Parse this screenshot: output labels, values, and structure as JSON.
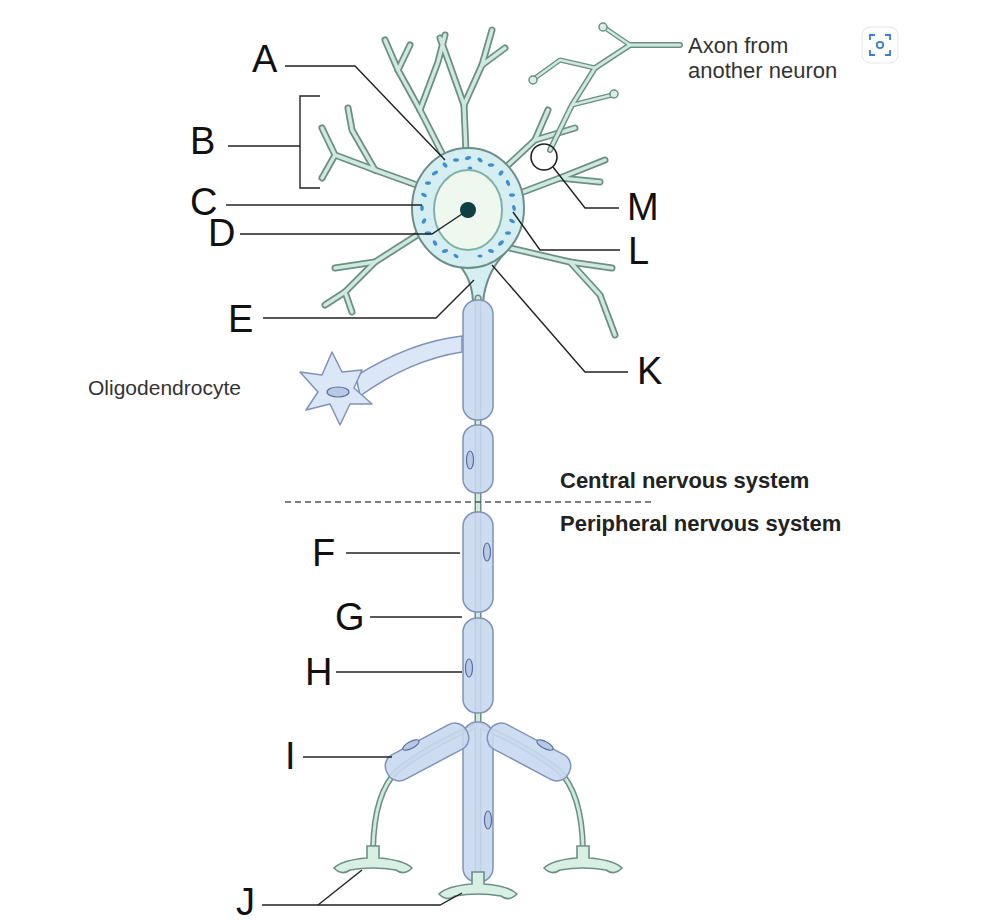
{
  "diagram": {
    "labels": [
      "A",
      "Axon from another neuron",
      "B",
      "M",
      "C",
      "L",
      "D",
      "E",
      "K",
      "Oligodendrocyte",
      "Central nervous system",
      "Peripheral nervous system",
      "F",
      "G",
      "H",
      "I",
      "J"
    ]
  }
}
